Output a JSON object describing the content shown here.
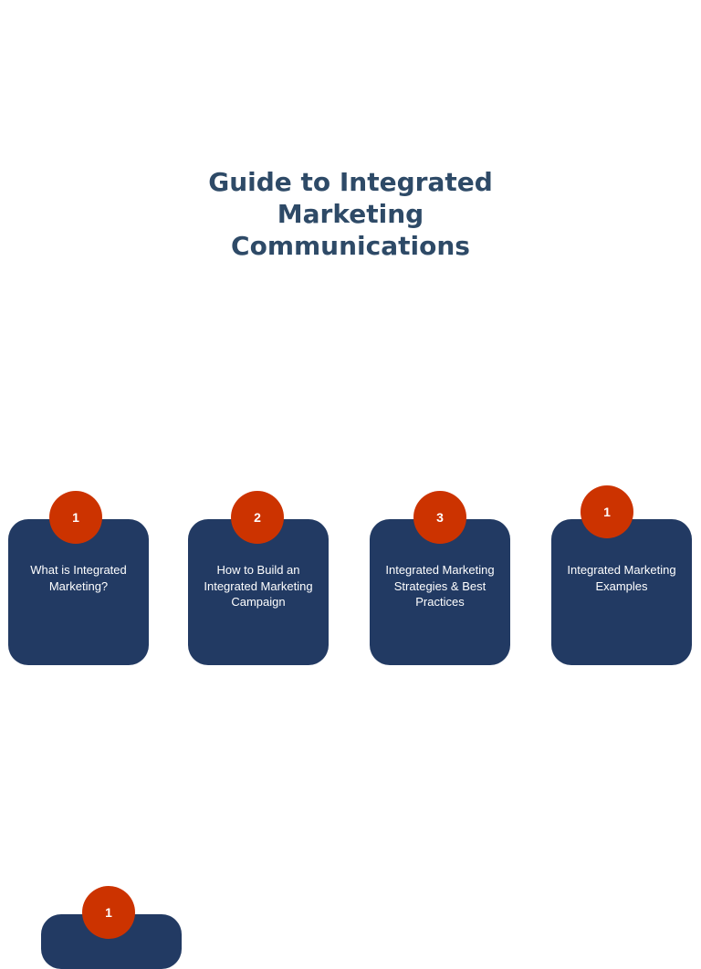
{
  "title": "Guide to Integrated Marketing Communications",
  "colors": {
    "title": "#2e4a67",
    "card_background": "#223a63",
    "badge_background": "#cc3300",
    "card_text": "#ffffff"
  },
  "steps": [
    {
      "number": "1",
      "label": "What is Integrated Marketing?"
    },
    {
      "number": "2",
      "label": "How to Build an Integrated Marketing Campaign"
    },
    {
      "number": "3",
      "label": "Integrated Marketing Strategies & Best Practices"
    },
    {
      "number": "1",
      "label": "Integrated Marketing Examples"
    }
  ],
  "partial_section": {
    "badge_number": "1"
  }
}
